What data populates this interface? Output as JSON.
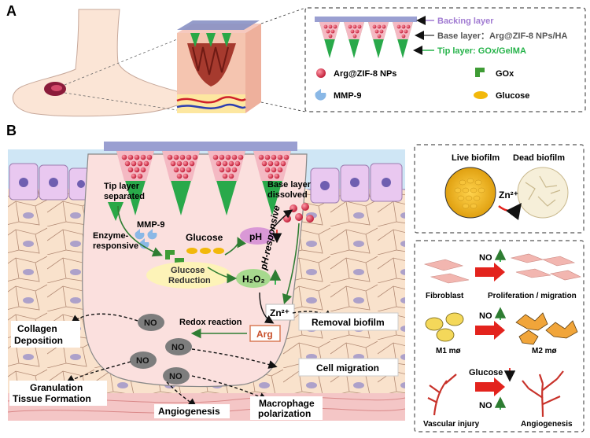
{
  "panels": {
    "a": "A",
    "b": "B"
  },
  "legend": {
    "backing": "Backing layer",
    "base": "Base layer：Arg@ZIF-8 NPs/HA",
    "tip": "Tip layer: GOx/GelMA",
    "nps": "Arg@ZIF-8 NPs",
    "gox": "GOx",
    "mmp": "MMP-9",
    "glucose": "Glucose"
  },
  "mechanism": {
    "tip_sep_1": "Tip layer",
    "tip_sep_2": "separated",
    "base_diss_1": "Base layer",
    "base_diss_2": "dissolved",
    "mmp9": "MMP-9",
    "enzyme_1": "Enzyme-",
    "enzyme_2": "responsive",
    "glucose": "Glucose",
    "ph": "pH",
    "ph_resp": "pH-responsive",
    "gred_1": "Glucose",
    "gred_2": "Reduction",
    "h2o2": "H₂O₂",
    "zn": "Zn²⁺",
    "redox": "Redox reaction",
    "arg": "Arg",
    "no": "NO"
  },
  "outcomes": {
    "collagen_1": "Collagen",
    "collagen_2": "Deposition",
    "granulation_1": "Granulation",
    "granulation_2": "Tissue Formation",
    "angiogenesis": "Angiogenesis",
    "macro_1": "Macrophage",
    "macro_2": "polarization",
    "cell_migration": "Cell migration",
    "removal": "Removal biofilm"
  },
  "biofilm": {
    "live": "Live biofilm",
    "dead": "Dead biofilm",
    "zn": "Zn²⁺"
  },
  "effects": {
    "no": "NO",
    "glucose": "Glucose",
    "fibroblast": "Fibroblast",
    "prolif": "Proliferation / migration",
    "m1": "M1 mø",
    "m2": "M2 mø",
    "vascular": "Vascular injury",
    "angio": "Angiogenesis"
  },
  "colors": {
    "purple": "#a17bd2",
    "green": "#26b34a",
    "red": "#e3231d",
    "pink": "#f7d6d6"
  }
}
